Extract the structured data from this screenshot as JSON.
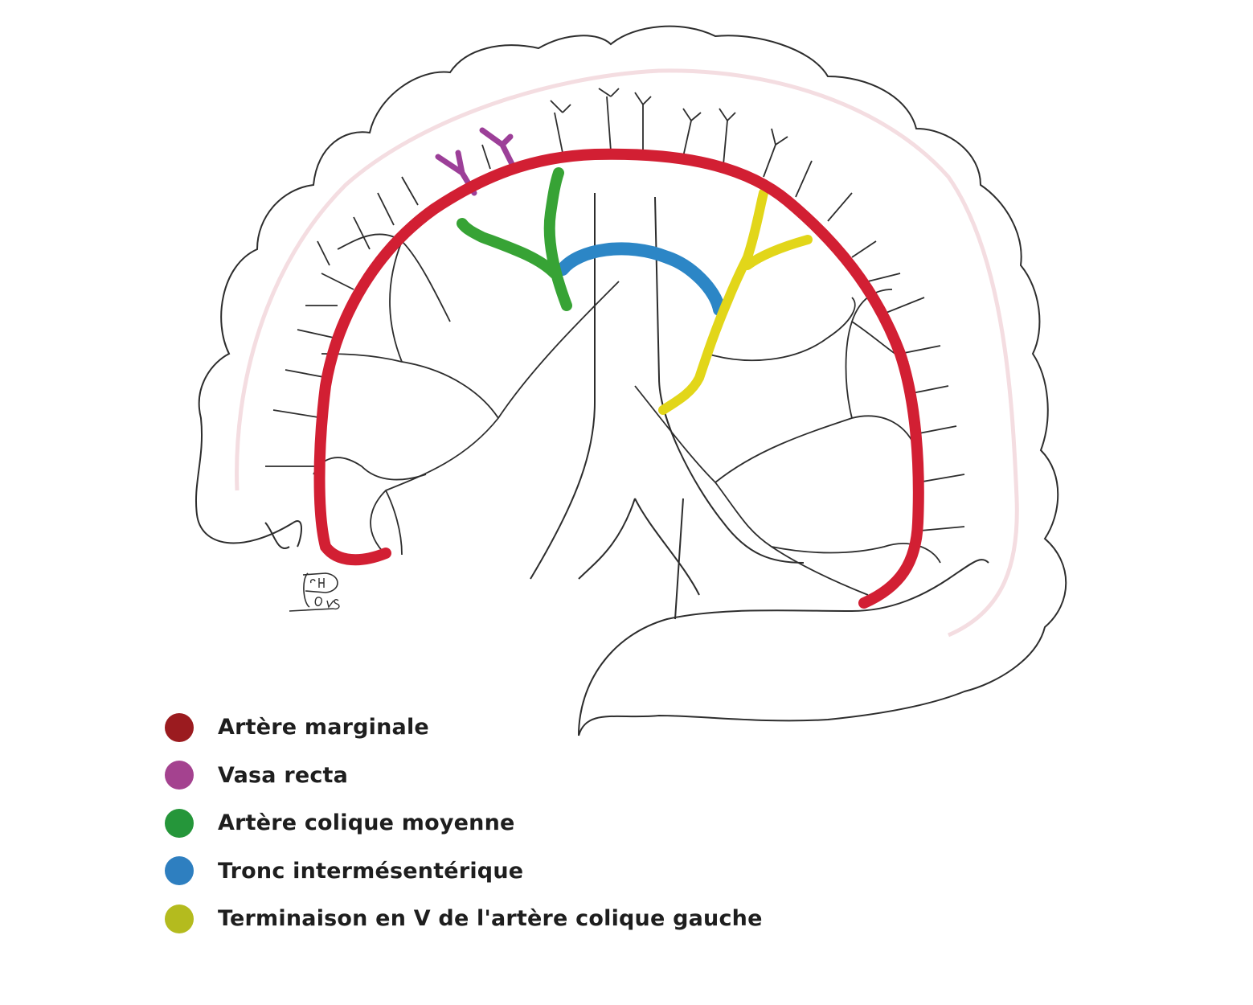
{
  "legend": {
    "items": [
      {
        "label": "Artère marginale",
        "color": "#9b1b1f"
      },
      {
        "label": "Vasa recta",
        "color": "#a4428f"
      },
      {
        "label": "Artère colique moyenne",
        "color": "#25963a"
      },
      {
        "label": "Tronc intermésentérique",
        "color": "#2e7fc0"
      },
      {
        "label": "Terminaison en V de l'artère colique gauche",
        "color": "#b4bb1e"
      }
    ]
  },
  "vessel_colors": {
    "marginal": "#d21f33",
    "vasa_recta": "#9c3f98",
    "middle_colic": "#37a335",
    "intermesenteric": "#2c86c6",
    "left_colic_v": "#e2d619",
    "outline": "#2d2d2d"
  }
}
